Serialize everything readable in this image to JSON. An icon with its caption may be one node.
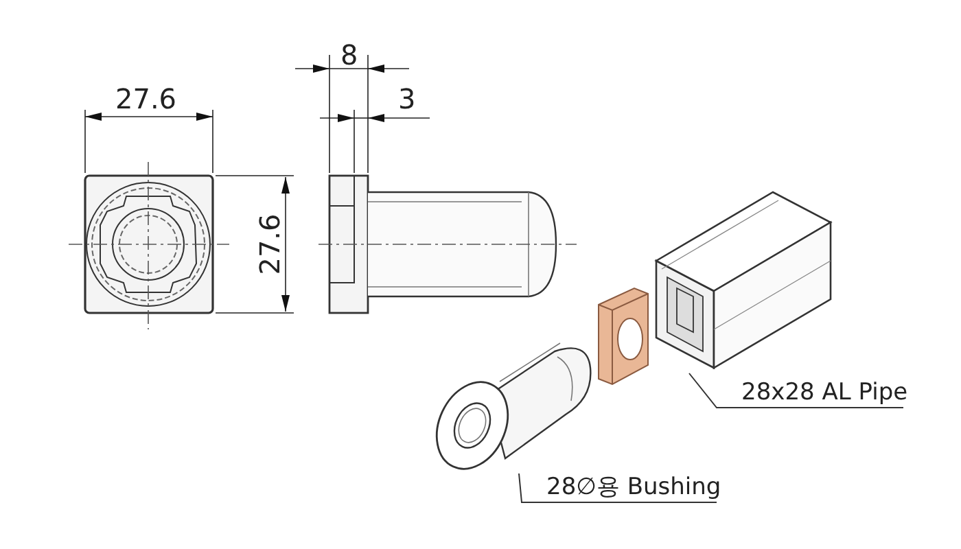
{
  "diagram": {
    "nodes": [
      {
        "text": [
          "28x28 AL Pipe"
        ]
      },
      {
        "text": [],
        "shape": "picture"
      },
      {
        "text": [
          "28∅용 Bushing"
        ]
      },
      {
        "text": [],
        "shape": "picture"
      }
    ],
    "edges": [
      {
        "from": 0,
        "to": 1,
        "arrow": "none"
      },
      {
        "from": 2,
        "to": 3,
        "arrow": "none"
      }
    ],
    "labels": [
      "8",
      "27.6",
      "3",
      "27.6"
    ]
  }
}
